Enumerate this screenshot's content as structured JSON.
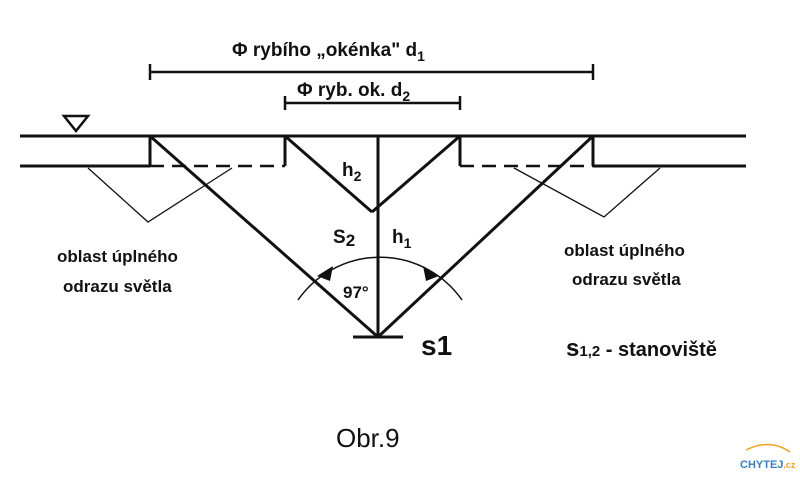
{
  "labels": {
    "d1_prefix": "Φ rybího „okénka\" d",
    "d1_sub": "1",
    "d2_prefix": "Φ ryb. ok. d",
    "d2_sub": "2",
    "h2_base": "h",
    "h2_sub": "2",
    "h1_base": "h",
    "h1_sub": "1",
    "s2_base": "S",
    "s2_sub": "2",
    "s1": "s1",
    "angle": "97°",
    "left_region_line1": "oblast úplného",
    "left_region_line2": "odrazu světla",
    "right_region_line1": "oblast úplného",
    "right_region_line2": "odrazu světla",
    "legend_s": "s",
    "legend_sub": "1,2",
    "legend_text": " - stanoviště",
    "caption": "Obr.9"
  },
  "watermark": {
    "text": "CHYTEJ",
    "suffix": ".cz",
    "color": "#3a7fbf",
    "accent": "#f0a020"
  },
  "colors": {
    "ink": "#111111",
    "background": "#ffffff"
  }
}
